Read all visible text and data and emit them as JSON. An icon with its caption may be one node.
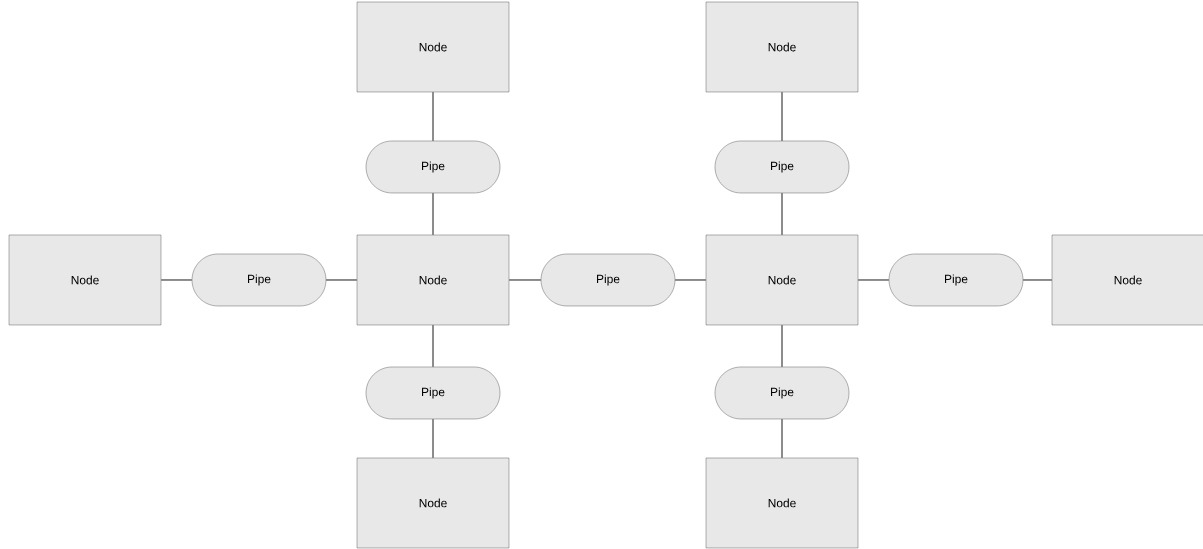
{
  "diagram": {
    "nodes": [
      {
        "text": [
          "Node"
        ]
      },
      {
        "text": [
          "Node"
        ]
      },
      {
        "text": [
          "Pipe"
        ]
      },
      {
        "text": [
          "Pipe"
        ]
      },
      {
        "text": [
          "Node"
        ]
      },
      {
        "text": [
          "Pipe"
        ]
      },
      {
        "text": [
          "Node"
        ]
      },
      {
        "text": [
          "Pipe"
        ]
      },
      {
        "text": [
          "Node"
        ]
      },
      {
        "text": [
          "Pipe"
        ]
      },
      {
        "text": [
          "Node"
        ]
      },
      {
        "text": [
          "Pipe"
        ]
      },
      {
        "text": [
          "Pipe"
        ]
      },
      {
        "text": [
          "Node"
        ]
      },
      {
        "text": [
          "Node"
        ]
      }
    ],
    "edges": [
      {
        "from": 0,
        "to": 2,
        "arrow": "none"
      },
      {
        "from": 2,
        "to": 6,
        "arrow": "none"
      },
      {
        "from": 1,
        "to": 3,
        "arrow": "none"
      },
      {
        "from": 3,
        "to": 8,
        "arrow": "none"
      },
      {
        "from": 4,
        "to": 5,
        "arrow": "none"
      },
      {
        "from": 5,
        "to": 6,
        "arrow": "none"
      },
      {
        "from": 6,
        "to": 7,
        "arrow": "none"
      },
      {
        "from": 7,
        "to": 8,
        "arrow": "none"
      },
      {
        "from": 8,
        "to": 9,
        "arrow": "none"
      },
      {
        "from": 9,
        "to": 10,
        "arrow": "none"
      },
      {
        "from": 6,
        "to": 11,
        "arrow": "none"
      },
      {
        "from": 11,
        "to": 13,
        "arrow": "none"
      },
      {
        "from": 8,
        "to": 12,
        "arrow": "none"
      },
      {
        "from": 12,
        "to": 14,
        "arrow": "none"
      }
    ]
  }
}
